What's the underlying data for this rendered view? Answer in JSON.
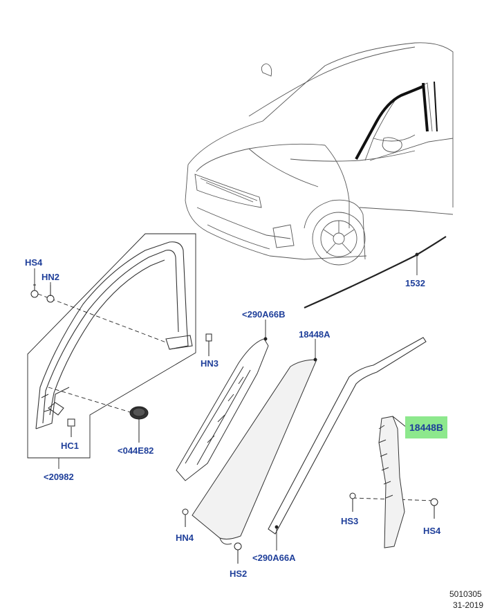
{
  "callouts": {
    "hs4_left": "HS4",
    "hn2": "HN2",
    "hn3": "HN3",
    "hc1": "HC1",
    "ref_044e82": "<044E82",
    "ref_20982": "<20982",
    "ref_290a66b": "<290A66B",
    "part_18448a": "18448A",
    "part_1532": "1532",
    "part_18448b": "18448B",
    "hs3": "HS3",
    "hs4_right": "HS4",
    "hn4": "HN4",
    "hs2": "HS2",
    "ref_290a66a": "<290A66A"
  },
  "footer": {
    "code": "5010305",
    "date": "31-2019"
  },
  "colors": {
    "callout_text": "#1f3f9a",
    "highlight": "#8de88d",
    "line": "#222222"
  }
}
